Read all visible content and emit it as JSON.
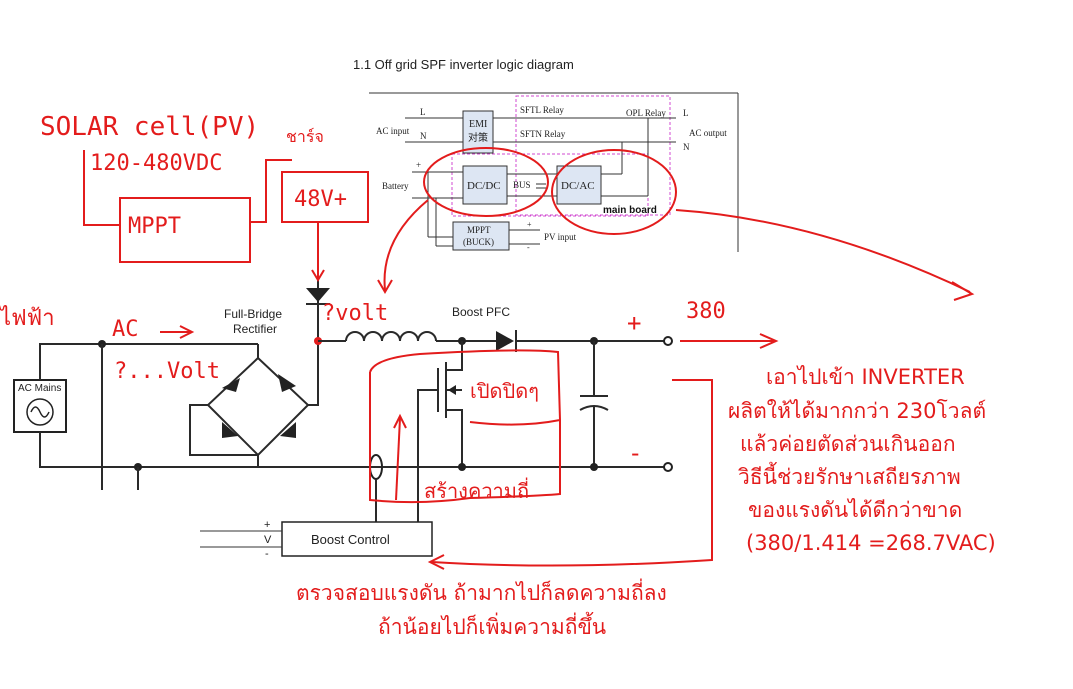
{
  "diagram_title": "1.1 Off grid SPF inverter logic diagram",
  "logic_diagram": {
    "ac_input": "AC input",
    "ac_output": "AC output",
    "L_in": "L",
    "N_in": "N",
    "L_out": "L",
    "N_out": "N",
    "emi_line1": "EMI",
    "emi_line2": "对策",
    "sftl_relay": "SFTL Relay",
    "sftn_relay": "SFTN Relay",
    "opl_relay": "OPL Relay",
    "battery": "Battery",
    "plus": "+",
    "minus": "-",
    "dcdc": "DC/DC",
    "bus": "BUS",
    "dcac": "DC/AC",
    "main_board": "main board",
    "mppt_line1": "MPPT",
    "mppt_line2": "(BUCK)",
    "pv_input": "PV input"
  },
  "circuit": {
    "ac_mains": "AC Mains",
    "full_bridge_line1": "Full-Bridge",
    "full_bridge_line2": "Rectifier",
    "boost_pfc": "Boost PFC",
    "boost_control": "Boost Control",
    "v_plus": "+",
    "v_label": "V",
    "v_minus": "-"
  },
  "annotations": {
    "solar_cell": "SOLAR cell(PV)",
    "solar_voltage": "120-480VDC",
    "mppt": "MPPT",
    "charge": "ชาร์จ",
    "battery_voltage": "48V+",
    "volt_q": "?volt",
    "mains_power": "ไฟฟ้า",
    "ac": "AC",
    "ac_volt": "?...Volt",
    "switching": "เปิดปิดๆ",
    "freq_gen": "สร้างความถี่",
    "plus_mark": "+",
    "minus_mark": "-",
    "v380": "380",
    "note_right": [
      "เอาไปเข้า INVERTER",
      "ผลิตให้ได้มากกว่า 230โวลต์",
      "แล้วค่อยตัดส่วนเกินออก",
      "วิธีนี้ช่วยรักษาเสถียรภาพ",
      "ของแรงดันได้ดีกว่าขาด",
      "(380/1.414 =268.7VAC)"
    ],
    "note_bottom": [
      "ตรวจสอบแรงดัน ถ้ามากไปก็ลดความถี่ลง",
      "ถ้าน้อยไปก็เพิ่มความถี่ขึ้น"
    ]
  }
}
